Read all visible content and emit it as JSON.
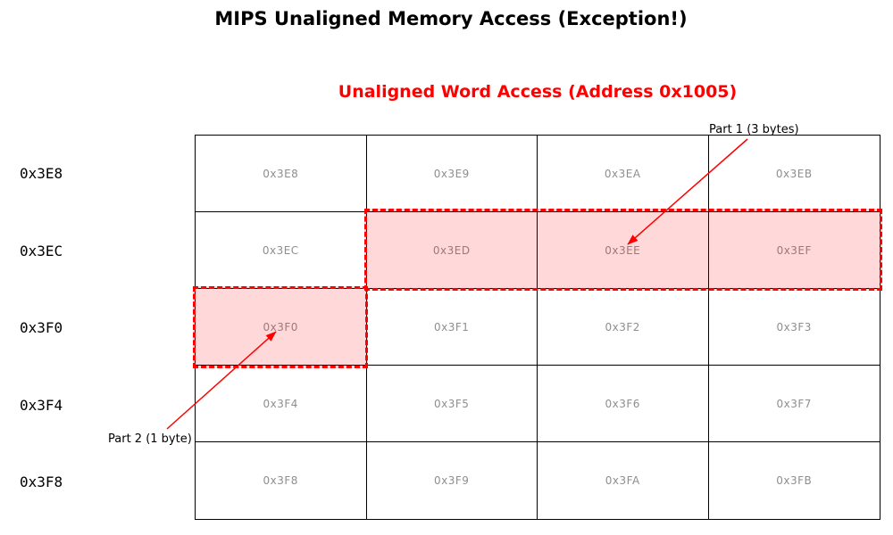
{
  "title": "MIPS Unaligned Memory Access (Exception!)",
  "subtitle": "Unaligned Word Access (Address 0x1005)",
  "colors": {
    "accent_red": "#ff0000",
    "highlight_fill": "rgba(255,0,0,0.15)",
    "cell_text_gray": "#8e8e8e",
    "grid_line": "#000000"
  },
  "memory": {
    "row_labels": [
      "0x3E8",
      "0x3EC",
      "0x3F0",
      "0x3F4",
      "0x3F8"
    ],
    "rows": [
      {
        "cells": [
          "0x3E8",
          "0x3E9",
          "0x3EA",
          "0x3EB"
        ]
      },
      {
        "cells": [
          "0x3EC",
          "0x3ED",
          "0x3EE",
          "0x3EF"
        ]
      },
      {
        "cells": [
          "0x3F0",
          "0x3F1",
          "0x3F2",
          "0x3F3"
        ]
      },
      {
        "cells": [
          "0x3F4",
          "0x3F5",
          "0x3F6",
          "0x3F7"
        ]
      },
      {
        "cells": [
          "0x3F8",
          "0x3F9",
          "0x3FA",
          "0x3FB"
        ]
      }
    ]
  },
  "annotations": {
    "part1": {
      "label": "Part 1 (3 bytes)",
      "target_cell": "0x3EE"
    },
    "part2": {
      "label": "Part 2 (1 byte)",
      "target_cell": "0x3F0"
    }
  }
}
